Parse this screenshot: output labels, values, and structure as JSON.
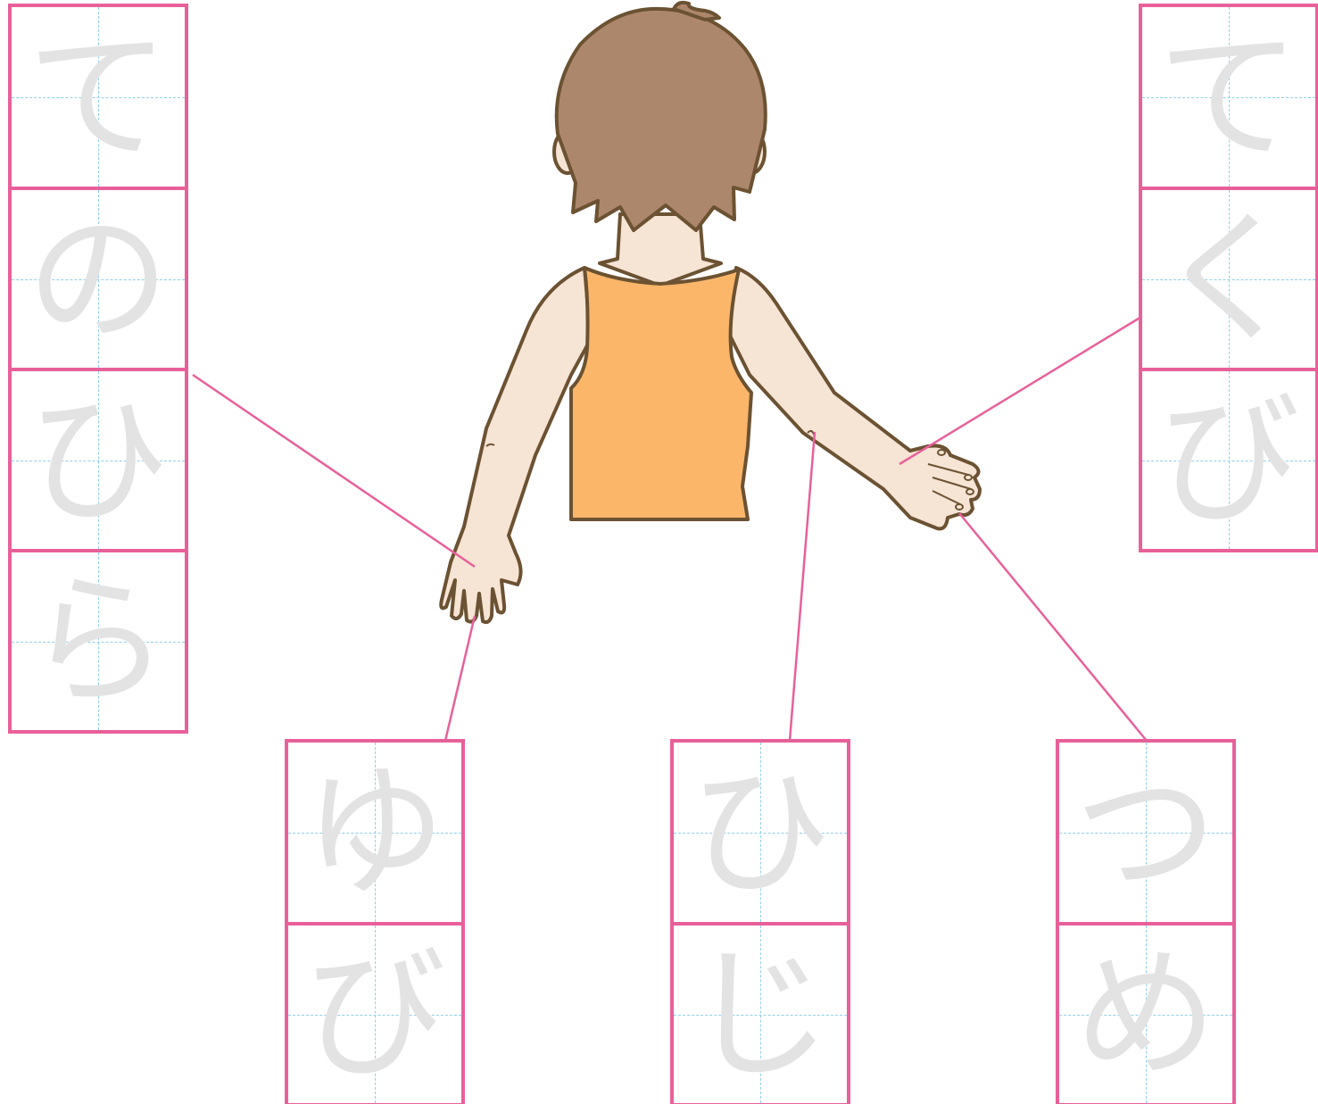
{
  "columns": [
    {
      "id": "tenohira",
      "chars": [
        "て",
        "の",
        "ひ",
        "ら"
      ]
    },
    {
      "id": "tekubi",
      "chars": [
        "て",
        "く",
        "び"
      ]
    },
    {
      "id": "yubi",
      "chars": [
        "ゆ",
        "び"
      ]
    },
    {
      "id": "hiji",
      "chars": [
        "ひ",
        "じ"
      ]
    },
    {
      "id": "tsume",
      "chars": [
        "つ",
        "め"
      ]
    }
  ],
  "colors": {
    "box_border": "#e8609a",
    "guide": "#8fd0ea",
    "trace_text": "#e3e3e3",
    "hair": "#ad876b",
    "skin": "#f6e4d5",
    "shirt": "#fbb66a",
    "outline": "#6b5232"
  }
}
